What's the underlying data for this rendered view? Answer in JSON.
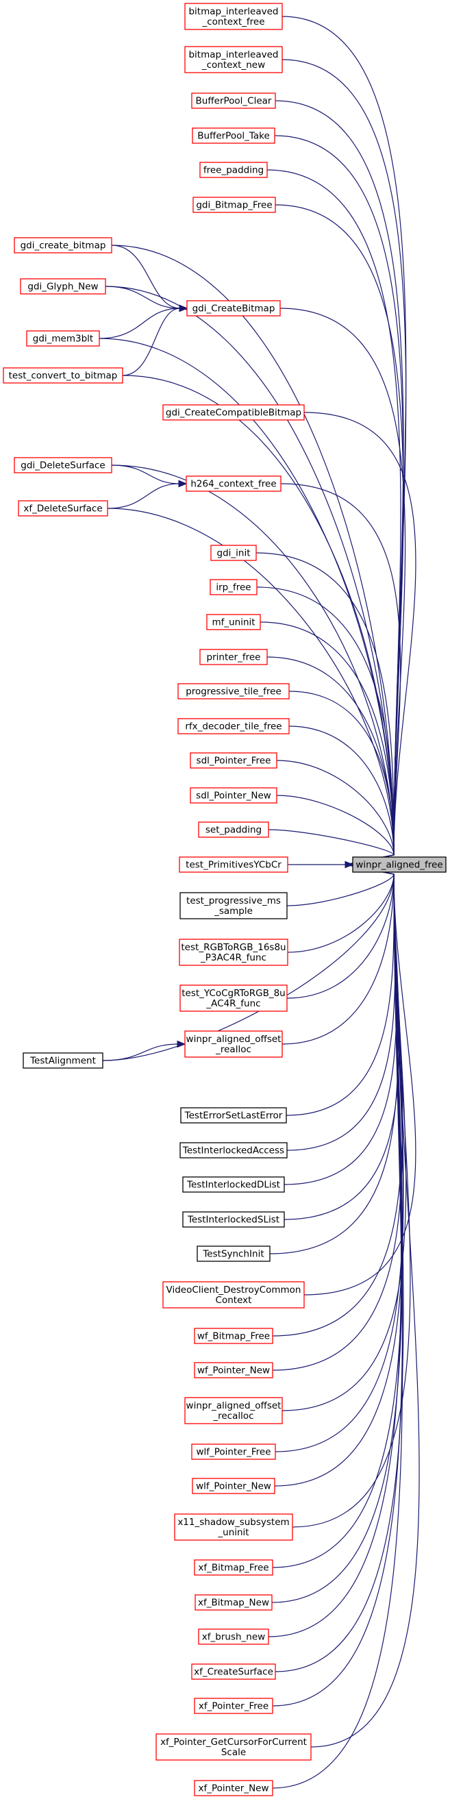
{
  "target": {
    "id": "winpr_aligned_free",
    "label": "winpr_aligned_free"
  },
  "nodes": [
    {
      "id": "bitmap_interleaved_context_free",
      "lines": [
        "bitmap_interleaved",
        "_context_free"
      ],
      "border": "red"
    },
    {
      "id": "bitmap_interleaved_context_new",
      "lines": [
        "bitmap_interleaved",
        "_context_new"
      ],
      "border": "red"
    },
    {
      "id": "BufferPool_Clear",
      "lines": [
        "BufferPool_Clear"
      ],
      "border": "red"
    },
    {
      "id": "BufferPool_Take",
      "lines": [
        "BufferPool_Take"
      ],
      "border": "red"
    },
    {
      "id": "free_padding",
      "lines": [
        "free_padding"
      ],
      "border": "red"
    },
    {
      "id": "gdi_Bitmap_Free",
      "lines": [
        "gdi_Bitmap_Free"
      ],
      "border": "red"
    },
    {
      "id": "gdi_create_bitmap",
      "lines": [
        "gdi_create_bitmap"
      ],
      "border": "red"
    },
    {
      "id": "gdi_Glyph_New",
      "lines": [
        "gdi_Glyph_New"
      ],
      "border": "red"
    },
    {
      "id": "gdi_CreateBitmap",
      "lines": [
        "gdi_CreateBitmap"
      ],
      "border": "red"
    },
    {
      "id": "gdi_mem3blt",
      "lines": [
        "gdi_mem3blt"
      ],
      "border": "red"
    },
    {
      "id": "test_convert_to_bitmap",
      "lines": [
        "test_convert_to_bitmap"
      ],
      "border": "red"
    },
    {
      "id": "gdi_CreateCompatibleBitmap",
      "lines": [
        "gdi_CreateCompatibleBitmap"
      ],
      "border": "red"
    },
    {
      "id": "gdi_DeleteSurface",
      "lines": [
        "gdi_DeleteSurface"
      ],
      "border": "red"
    },
    {
      "id": "h264_context_free",
      "lines": [
        "h264_context_free"
      ],
      "border": "red"
    },
    {
      "id": "xf_DeleteSurface",
      "lines": [
        "xf_DeleteSurface"
      ],
      "border": "red"
    },
    {
      "id": "gdi_init",
      "lines": [
        "gdi_init"
      ],
      "border": "red"
    },
    {
      "id": "irp_free",
      "lines": [
        "irp_free"
      ],
      "border": "red"
    },
    {
      "id": "mf_uninit",
      "lines": [
        "mf_uninit"
      ],
      "border": "red"
    },
    {
      "id": "printer_free",
      "lines": [
        "printer_free"
      ],
      "border": "red"
    },
    {
      "id": "progressive_tile_free",
      "lines": [
        "progressive_tile_free"
      ],
      "border": "red"
    },
    {
      "id": "rfx_decoder_tile_free",
      "lines": [
        "rfx_decoder_tile_free"
      ],
      "border": "red"
    },
    {
      "id": "sdl_Pointer_Free",
      "lines": [
        "sdl_Pointer_Free"
      ],
      "border": "red"
    },
    {
      "id": "sdl_Pointer_New",
      "lines": [
        "sdl_Pointer_New"
      ],
      "border": "red"
    },
    {
      "id": "set_padding",
      "lines": [
        "set_padding"
      ],
      "border": "red"
    },
    {
      "id": "test_PrimitivesYCbCr",
      "lines": [
        "test_PrimitivesYCbCr"
      ],
      "border": "red"
    },
    {
      "id": "test_progressive_ms_sample",
      "lines": [
        "test_progressive_ms",
        "_sample"
      ],
      "border": "black"
    },
    {
      "id": "test_RGBToRGB_16s8u_P3AC4R_func",
      "lines": [
        "test_RGBToRGB_16s8u",
        "_P3AC4R_func"
      ],
      "border": "red"
    },
    {
      "id": "test_YCoCgRToRGB_8u_AC4R_func",
      "lines": [
        "test_YCoCgRToRGB_8u",
        "_AC4R_func"
      ],
      "border": "red"
    },
    {
      "id": "winpr_aligned_offset_realloc",
      "lines": [
        "winpr_aligned_offset",
        "_realloc"
      ],
      "border": "red"
    },
    {
      "id": "TestAlignment",
      "lines": [
        "TestAlignment"
      ],
      "border": "black"
    },
    {
      "id": "TestErrorSetLastError",
      "lines": [
        "TestErrorSetLastError"
      ],
      "border": "black"
    },
    {
      "id": "TestInterlockedAccess",
      "lines": [
        "TestInterlockedAccess"
      ],
      "border": "black"
    },
    {
      "id": "TestInterlockedDList",
      "lines": [
        "TestInterlockedDList"
      ],
      "border": "black"
    },
    {
      "id": "TestInterlockedSList",
      "lines": [
        "TestInterlockedSList"
      ],
      "border": "black"
    },
    {
      "id": "TestSynchInit",
      "lines": [
        "TestSynchInit"
      ],
      "border": "black"
    },
    {
      "id": "VideoClient_DestroyCommonContext",
      "lines": [
        "VideoClient_DestroyCommon",
        "Context"
      ],
      "border": "red"
    },
    {
      "id": "wf_Bitmap_Free",
      "lines": [
        "wf_Bitmap_Free"
      ],
      "border": "red"
    },
    {
      "id": "wf_Pointer_New",
      "lines": [
        "wf_Pointer_New"
      ],
      "border": "red"
    },
    {
      "id": "winpr_aligned_offset_recalloc",
      "lines": [
        "winpr_aligned_offset",
        "_recalloc"
      ],
      "border": "red"
    },
    {
      "id": "wlf_Pointer_Free",
      "lines": [
        "wlf_Pointer_Free"
      ],
      "border": "red"
    },
    {
      "id": "wlf_Pointer_New",
      "lines": [
        "wlf_Pointer_New"
      ],
      "border": "red"
    },
    {
      "id": "x11_shadow_subsystem_uninit",
      "lines": [
        "x11_shadow_subsystem",
        "_uninit"
      ],
      "border": "red"
    },
    {
      "id": "xf_Bitmap_Free",
      "lines": [
        "xf_Bitmap_Free"
      ],
      "border": "red"
    },
    {
      "id": "xf_Bitmap_New",
      "lines": [
        "xf_Bitmap_New"
      ],
      "border": "red"
    },
    {
      "id": "xf_brush_new",
      "lines": [
        "xf_brush_new"
      ],
      "border": "red"
    },
    {
      "id": "xf_CreateSurface",
      "lines": [
        "xf_CreateSurface"
      ],
      "border": "red"
    },
    {
      "id": "xf_Pointer_Free",
      "lines": [
        "xf_Pointer_Free"
      ],
      "border": "red"
    },
    {
      "id": "xf_Pointer_GetCursorForCurrentScale",
      "lines": [
        "xf_Pointer_GetCursorForCurrent",
        "Scale"
      ],
      "border": "red"
    },
    {
      "id": "xf_Pointer_New",
      "lines": [
        "xf_Pointer_New"
      ],
      "border": "red"
    }
  ],
  "edges": [
    [
      "bitmap_interleaved_context_free",
      "winpr_aligned_free"
    ],
    [
      "bitmap_interleaved_context_new",
      "winpr_aligned_free"
    ],
    [
      "BufferPool_Clear",
      "winpr_aligned_free"
    ],
    [
      "BufferPool_Take",
      "winpr_aligned_free"
    ],
    [
      "free_padding",
      "winpr_aligned_free"
    ],
    [
      "gdi_Bitmap_Free",
      "winpr_aligned_free"
    ],
    [
      "gdi_create_bitmap",
      "winpr_aligned_free"
    ],
    [
      "gdi_create_bitmap",
      "gdi_CreateBitmap"
    ],
    [
      "gdi_Glyph_New",
      "winpr_aligned_free"
    ],
    [
      "gdi_Glyph_New",
      "gdi_CreateBitmap"
    ],
    [
      "gdi_CreateBitmap",
      "winpr_aligned_free"
    ],
    [
      "gdi_mem3blt",
      "gdi_CreateBitmap"
    ],
    [
      "gdi_mem3blt",
      "winpr_aligned_free"
    ],
    [
      "test_convert_to_bitmap",
      "gdi_CreateBitmap"
    ],
    [
      "test_convert_to_bitmap",
      "winpr_aligned_free"
    ],
    [
      "gdi_CreateCompatibleBitmap",
      "winpr_aligned_free"
    ],
    [
      "gdi_DeleteSurface",
      "winpr_aligned_free"
    ],
    [
      "gdi_DeleteSurface",
      "h264_context_free"
    ],
    [
      "h264_context_free",
      "winpr_aligned_free"
    ],
    [
      "xf_DeleteSurface",
      "h264_context_free"
    ],
    [
      "xf_DeleteSurface",
      "winpr_aligned_free"
    ],
    [
      "gdi_init",
      "winpr_aligned_free"
    ],
    [
      "irp_free",
      "winpr_aligned_free"
    ],
    [
      "mf_uninit",
      "winpr_aligned_free"
    ],
    [
      "printer_free",
      "winpr_aligned_free"
    ],
    [
      "progressive_tile_free",
      "winpr_aligned_free"
    ],
    [
      "rfx_decoder_tile_free",
      "winpr_aligned_free"
    ],
    [
      "sdl_Pointer_Free",
      "winpr_aligned_free"
    ],
    [
      "sdl_Pointer_New",
      "winpr_aligned_free"
    ],
    [
      "set_padding",
      "winpr_aligned_free"
    ],
    [
      "test_PrimitivesYCbCr",
      "winpr_aligned_free"
    ],
    [
      "test_progressive_ms_sample",
      "winpr_aligned_free"
    ],
    [
      "test_RGBToRGB_16s8u_P3AC4R_func",
      "winpr_aligned_free"
    ],
    [
      "test_YCoCgRToRGB_8u_AC4R_func",
      "winpr_aligned_free"
    ],
    [
      "winpr_aligned_offset_realloc",
      "winpr_aligned_free"
    ],
    [
      "TestAlignment",
      "winpr_aligned_offset_realloc"
    ],
    [
      "TestAlignment",
      "winpr_aligned_free"
    ],
    [
      "TestErrorSetLastError",
      "winpr_aligned_free"
    ],
    [
      "TestInterlockedAccess",
      "winpr_aligned_free"
    ],
    [
      "TestInterlockedDList",
      "winpr_aligned_free"
    ],
    [
      "TestInterlockedSList",
      "winpr_aligned_free"
    ],
    [
      "TestSynchInit",
      "winpr_aligned_free"
    ],
    [
      "VideoClient_DestroyCommonContext",
      "winpr_aligned_free"
    ],
    [
      "wf_Bitmap_Free",
      "winpr_aligned_free"
    ],
    [
      "wf_Pointer_New",
      "winpr_aligned_free"
    ],
    [
      "winpr_aligned_offset_recalloc",
      "winpr_aligned_free"
    ],
    [
      "wlf_Pointer_Free",
      "winpr_aligned_free"
    ],
    [
      "wlf_Pointer_New",
      "winpr_aligned_free"
    ],
    [
      "x11_shadow_subsystem_uninit",
      "winpr_aligned_free"
    ],
    [
      "xf_Bitmap_Free",
      "winpr_aligned_free"
    ],
    [
      "xf_Bitmap_New",
      "winpr_aligned_free"
    ],
    [
      "xf_brush_new",
      "winpr_aligned_free"
    ],
    [
      "xf_CreateSurface",
      "winpr_aligned_free"
    ],
    [
      "xf_Pointer_Free",
      "winpr_aligned_free"
    ],
    [
      "xf_Pointer_GetCursorForCurrentScale",
      "winpr_aligned_free"
    ],
    [
      "xf_Pointer_New",
      "winpr_aligned_free"
    ]
  ]
}
